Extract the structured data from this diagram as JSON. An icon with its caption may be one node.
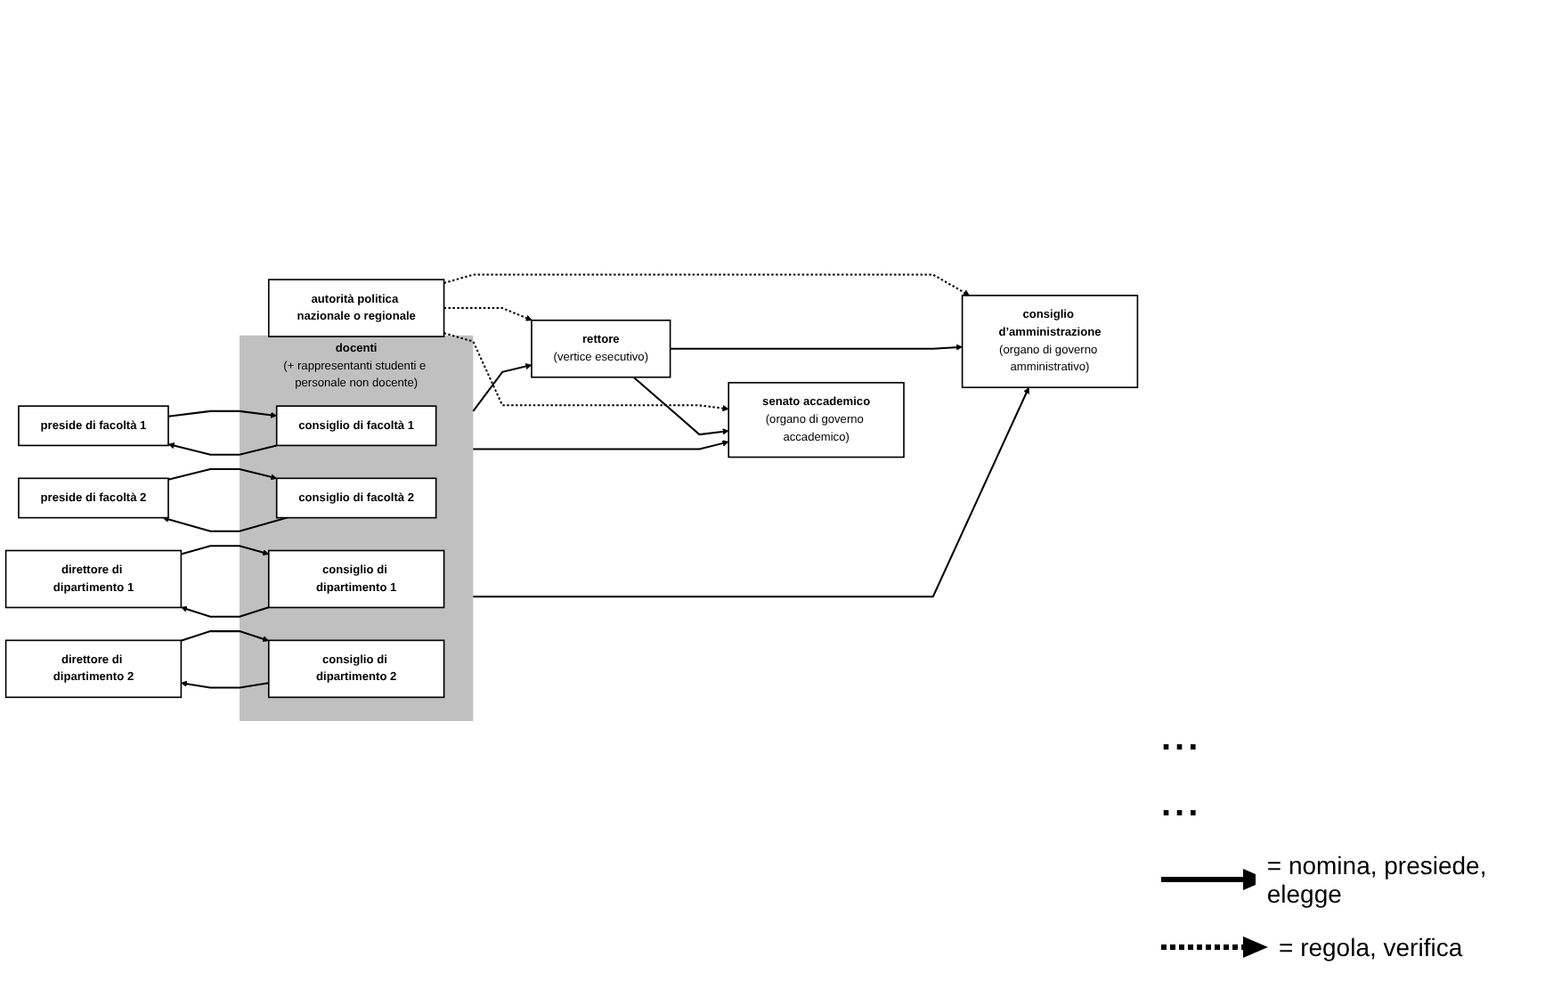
{
  "diagram": {
    "nodes": [
      {
        "text": [
          "autorità politica nazionale o regionale"
        ]
      },
      {
        "text": [
          "senato accademico",
          "(organo di governo accademico)"
        ]
      },
      {
        "text": [
          "rettore",
          "(vertice esecutivo)"
        ]
      },
      {
        "text": [
          "consiglio d’amministrazione",
          "(organo di governo amministrativo)"
        ]
      },
      {
        "text": [
          "preside di facoltà 1"
        ]
      },
      {
        "text": [
          "preside di facoltà 2"
        ]
      },
      {
        "text": [
          "direttore di dipartimento 1"
        ]
      },
      {
        "text": [
          "direttore di dipartimento 2"
        ]
      },
      {
        "text": [
          "docenti",
          "(+ rappresentanti studenti e personale non docente)"
        ]
      },
      {
        "text": [
          "consiglio di facoltà 1"
        ],
        "in": 8
      },
      {
        "text": [
          "consiglio di facoltà 2"
        ],
        "in": 8
      },
      {
        "text": [
          "consiglio di dipartimento 1"
        ],
        "in": 8
      },
      {
        "text": [
          "consiglio di dipartimento 2"
        ],
        "in": 8
      }
    ],
    "edges": [
      {
        "from": 0,
        "to": 1,
        "arrow": "to",
        "style": "dashed"
      },
      {
        "from": 0,
        "to": 2,
        "arrow": "to",
        "style": "dashed"
      },
      {
        "from": 0,
        "to": 3,
        "arrow": "to",
        "style": "dashed"
      },
      {
        "from": 2,
        "to": 1,
        "arrow": "to"
      },
      {
        "from": 2,
        "to": 3,
        "arrow": "to"
      },
      {
        "from": 8,
        "to": 1,
        "arrow": "to"
      },
      {
        "from": 8,
        "to": 2,
        "arrow": "to"
      },
      {
        "from": 8,
        "to": 3,
        "arrow": "to"
      },
      {
        "from": 4,
        "to": 9,
        "arrow": "to"
      },
      {
        "from": 9,
        "to": 4,
        "arrow": "to"
      },
      {
        "from": 5,
        "to": 10,
        "arrow": "to"
      },
      {
        "from": 10,
        "to": 5,
        "arrow": "to"
      },
      {
        "from": 6,
        "to": 11,
        "arrow": "to"
      },
      {
        "from": 11,
        "to": 6,
        "arrow": "to"
      },
      {
        "from": 7,
        "to": 12,
        "arrow": "to"
      },
      {
        "from": 12,
        "to": 7,
        "arrow": "to"
      }
    ],
    "labels": [
      "...",
      "..."
    ],
    "legend": [
      {
        "text": "= nomina, presiede, elegge"
      },
      {
        "text": "= regola, verifica"
      }
    ]
  }
}
